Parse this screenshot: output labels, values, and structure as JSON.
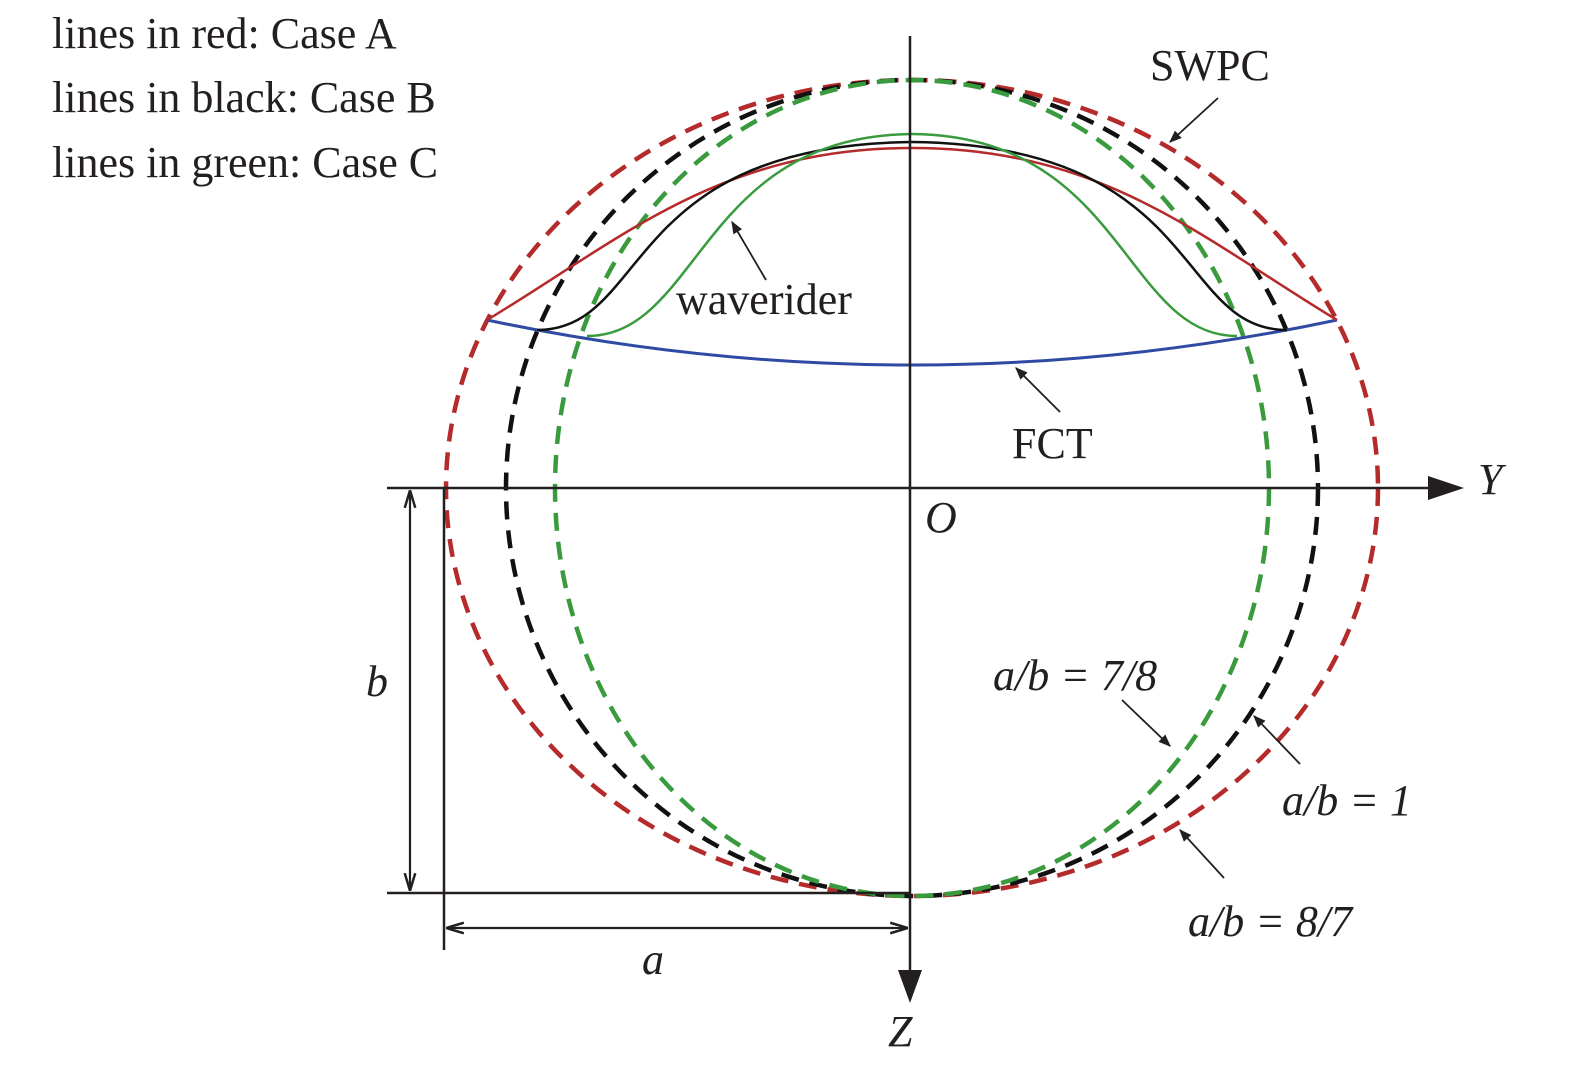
{
  "legend": {
    "red": "lines in red: Case A",
    "black": "lines in black: Case B",
    "green": "lines in green: Case C"
  },
  "labels": {
    "swpc": "SWPC",
    "waverider": "waverider",
    "fct": "FCT",
    "ratio_green": "a/b = 7/8",
    "ratio_black": "a/b = 1",
    "ratio_red": "a/b = 8/7"
  },
  "axes": {
    "y": "Y",
    "z": "Z",
    "origin": "O"
  },
  "dimensions": {
    "a": "a",
    "b": "b"
  },
  "colors": {
    "case_a": "#b52a2a",
    "case_b": "#111111",
    "case_c": "#3a9b3e",
    "fct": "#2f4aa3",
    "ink": "#231f20"
  }
}
